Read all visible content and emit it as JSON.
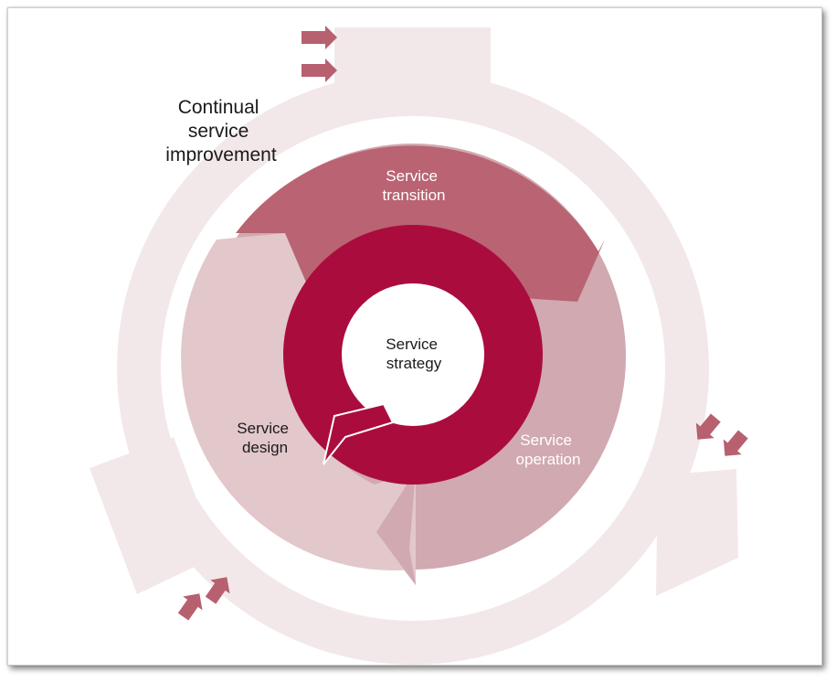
{
  "diagram": {
    "outer_ring": {
      "lines": [
        "Continual",
        "service",
        "improvement"
      ]
    },
    "transition": {
      "lines": [
        "Service",
        "transition"
      ]
    },
    "operation": {
      "lines": [
        "Service",
        "operation"
      ]
    },
    "design": {
      "lines": [
        "Service",
        "design"
      ]
    },
    "strategy": {
      "lines": [
        "Service",
        "strategy"
      ]
    }
  },
  "colors": {
    "outer_ring": "#f3e8e9",
    "transition": "#b96373",
    "operation": "#d1a9b0",
    "design": "#e2c7cb",
    "strategy": "#ab0c3e",
    "center": "#ffffff",
    "arrow_marks": "#b7606f"
  }
}
